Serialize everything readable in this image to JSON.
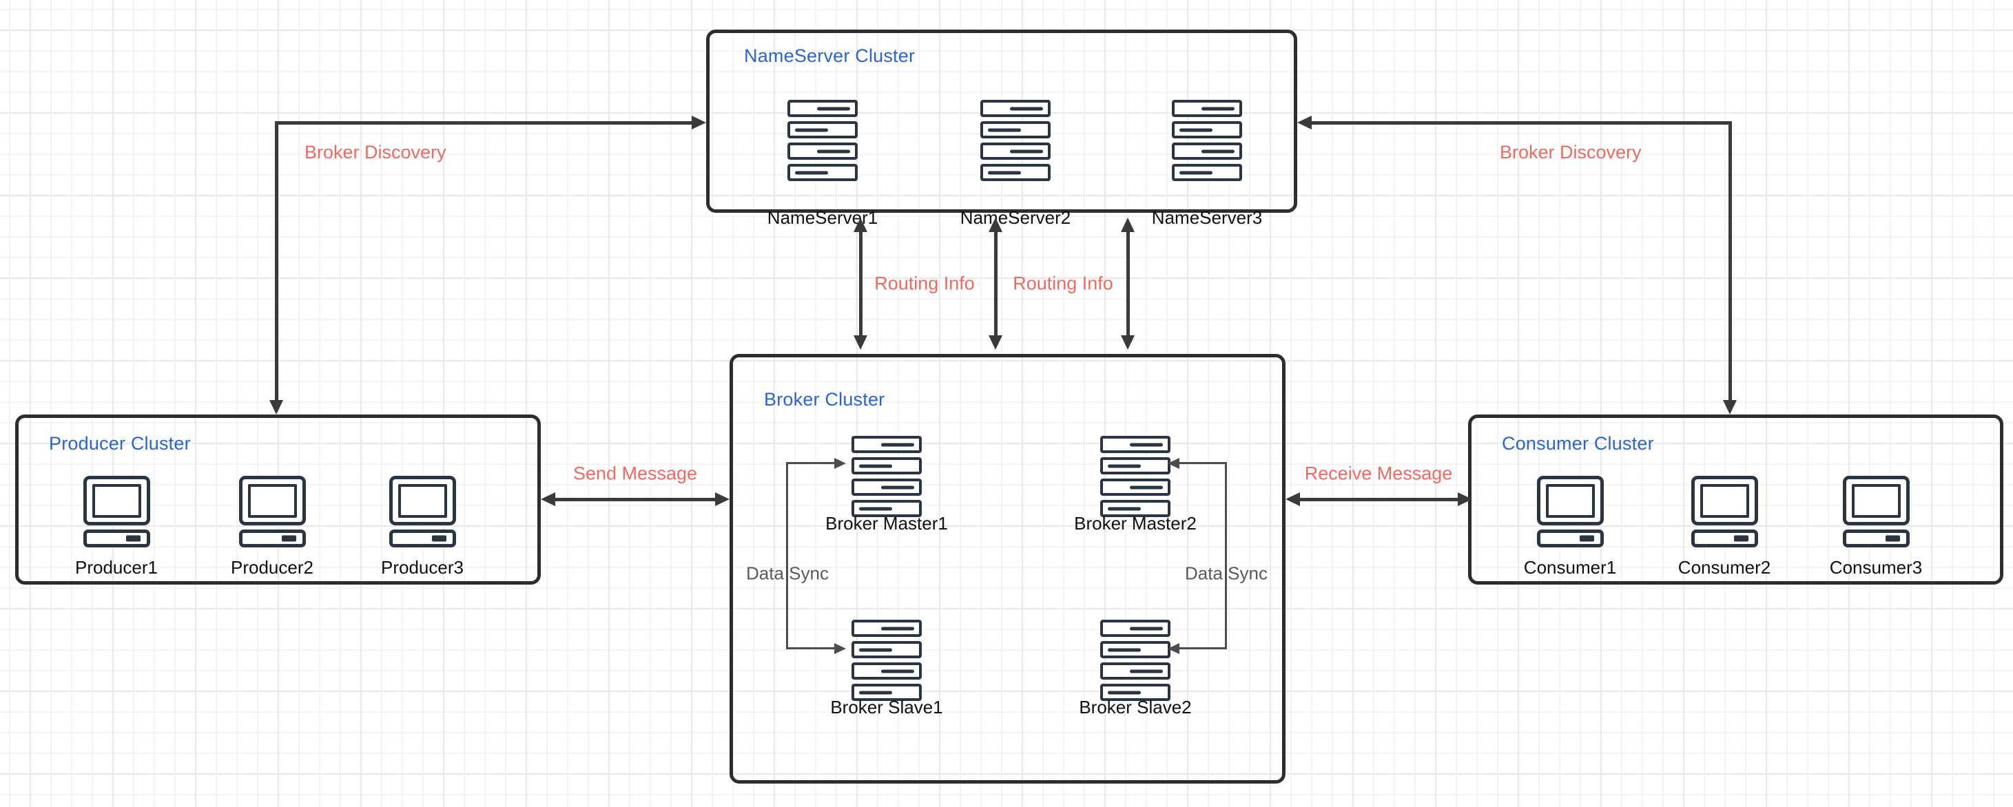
{
  "diagram": {
    "title": "RocketMQ-style cluster architecture diagram",
    "clusters": {
      "nameserver": {
        "title": "NameServer Cluster",
        "icon": "server-rack-icon",
        "nodes": [
          {
            "label": "NameServer1"
          },
          {
            "label": "NameServer2"
          },
          {
            "label": "NameServer3"
          }
        ]
      },
      "producer": {
        "title": "Producer Cluster",
        "icon": "desktop-computer-icon",
        "nodes": [
          {
            "label": "Producer1"
          },
          {
            "label": "Producer2"
          },
          {
            "label": "Producer3"
          }
        ]
      },
      "broker": {
        "title": "Broker Cluster",
        "icon": "server-rack-icon",
        "nodes": [
          {
            "label": "Broker Master1"
          },
          {
            "label": "Broker Master2"
          },
          {
            "label": "Broker Slave1"
          },
          {
            "label": "Broker Slave2"
          }
        ]
      },
      "consumer": {
        "title": "Consumer Cluster",
        "icon": "desktop-computer-icon",
        "nodes": [
          {
            "label": "Consumer1"
          },
          {
            "label": "Consumer2"
          },
          {
            "label": "Consumer3"
          }
        ]
      }
    },
    "edges": {
      "broker_discovery_left": "Broker Discovery",
      "broker_discovery_right": "Broker Discovery",
      "routing_info_1": "Routing Info",
      "routing_info_2": "Routing Info",
      "send_message": "Send Message",
      "receive_message": "Receive Message",
      "data_sync_left": "Data Sync",
      "data_sync_right": "Data Sync"
    },
    "colors": {
      "cluster_title": "#2b64d0",
      "edge_label": "#ec6a60",
      "data_sync_label": "#595959",
      "icon_stroke": "#2b3442",
      "box_border": "#2d2d2d",
      "arrow": "#3a3a3a",
      "arrow_thin": "#4d4d4d"
    }
  }
}
